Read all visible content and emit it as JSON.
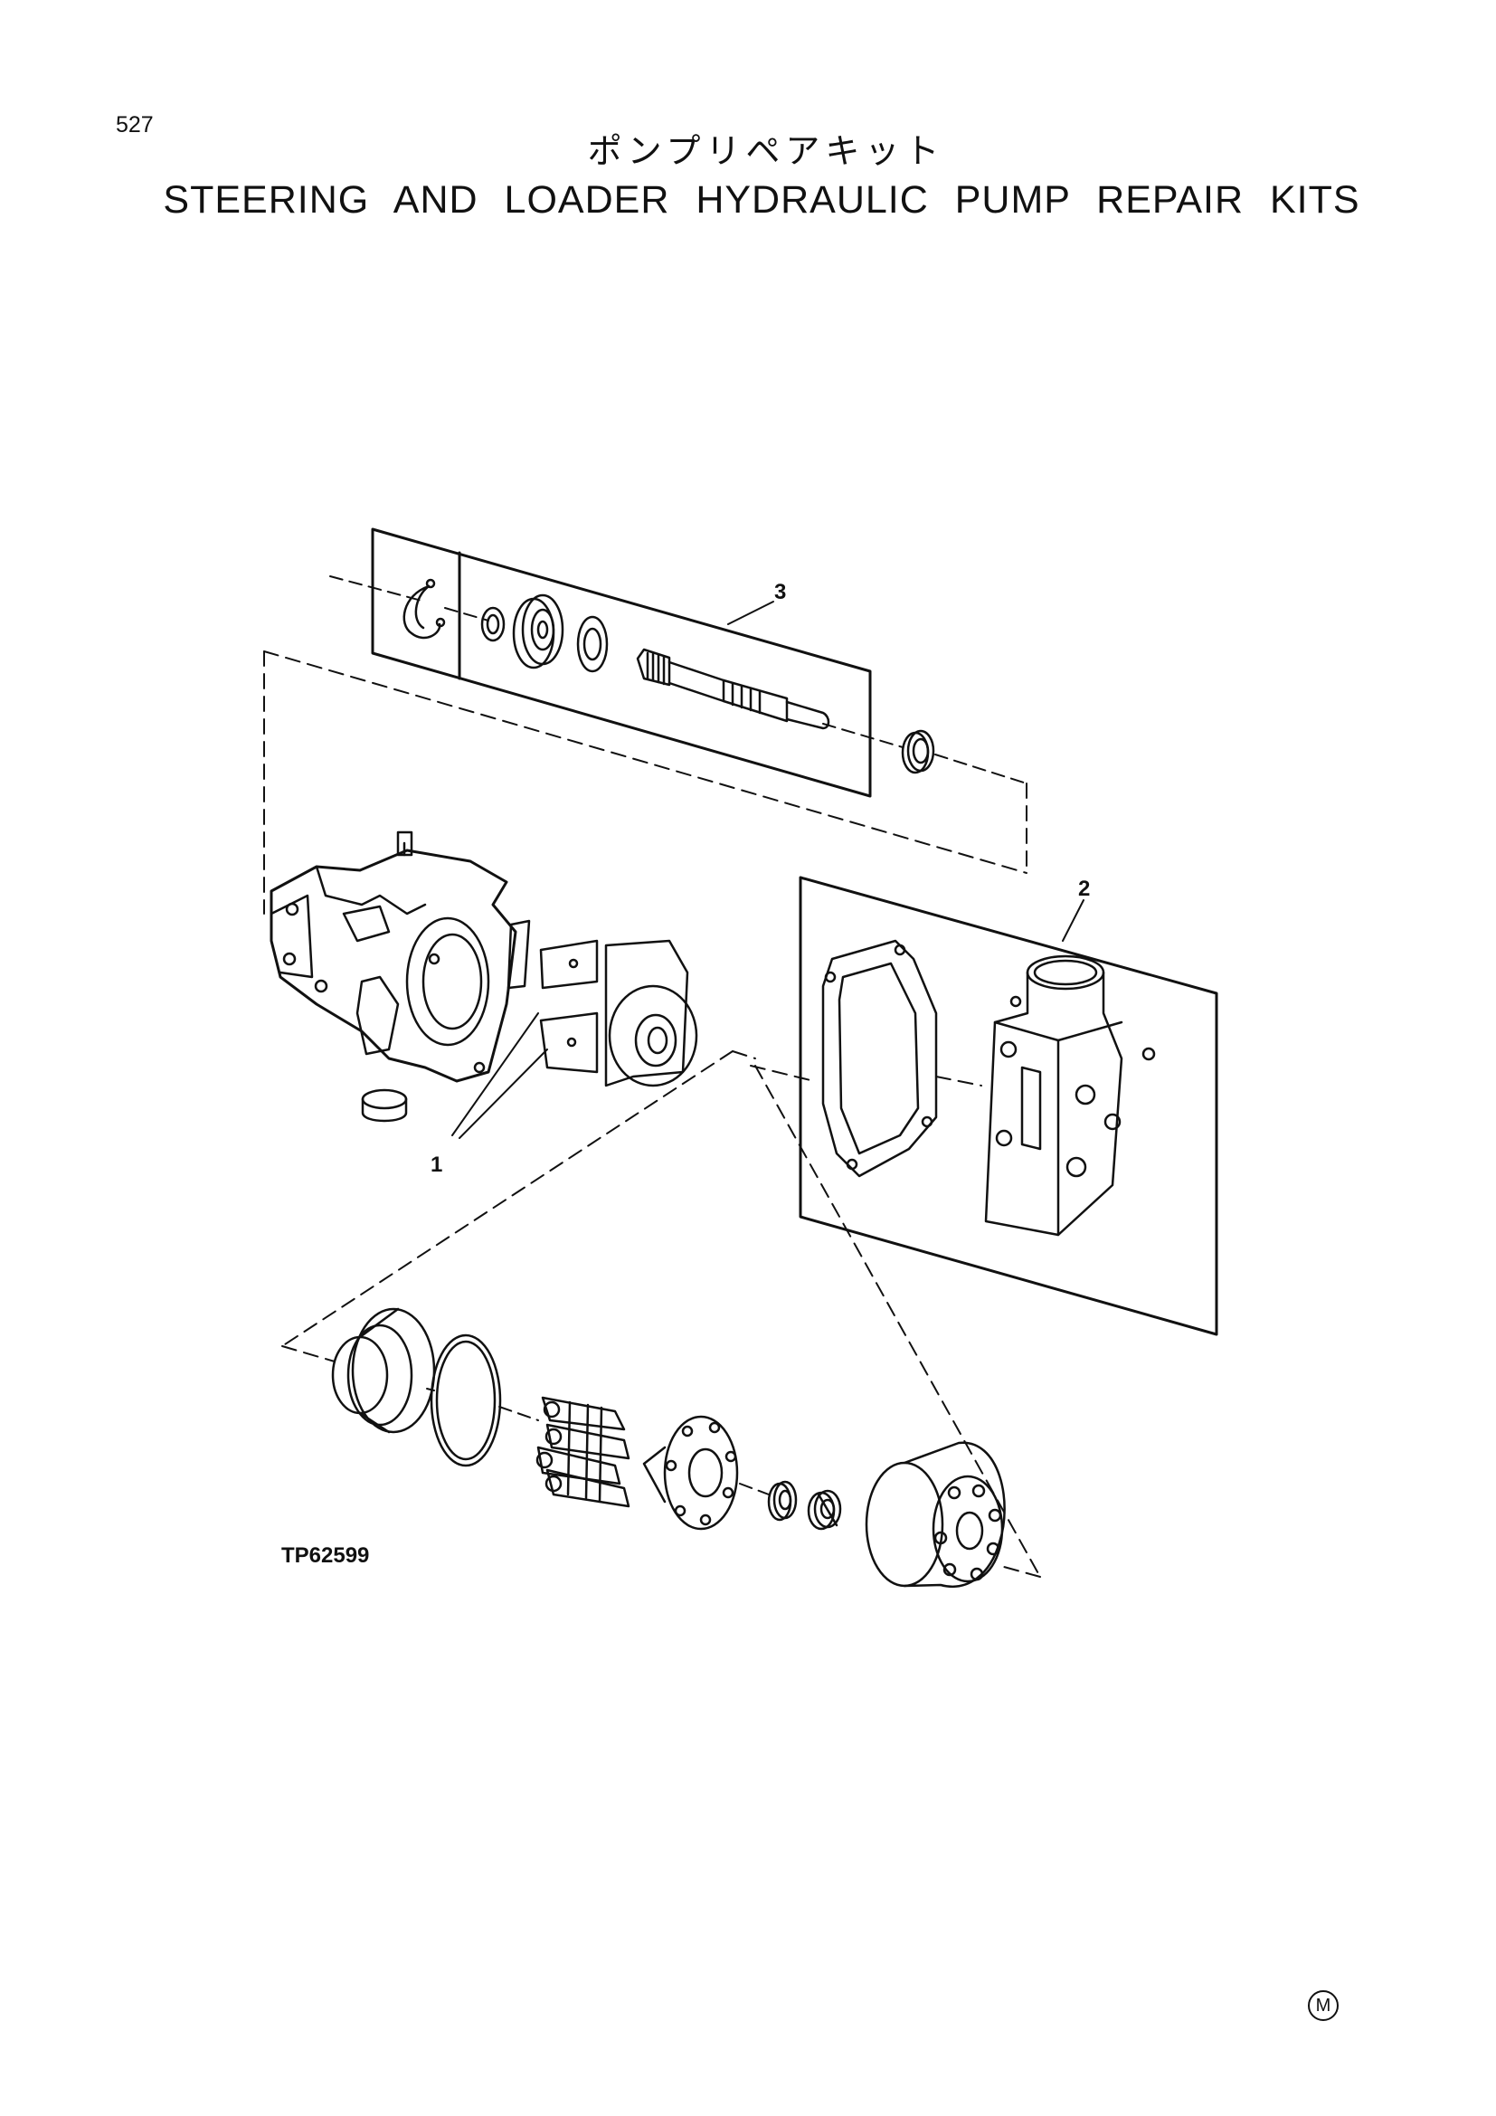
{
  "page": {
    "number": "527",
    "title_jp": "ポンプリペアキット",
    "title_en": "STEERING AND LOADER HYDRAULIC PUMP REPAIR KITS",
    "reference_code": "TP62599",
    "corner_mark": "M"
  },
  "callouts": [
    {
      "id": "1",
      "label": "1"
    },
    {
      "id": "2",
      "label": "2"
    },
    {
      "id": "3",
      "label": "3"
    }
  ]
}
